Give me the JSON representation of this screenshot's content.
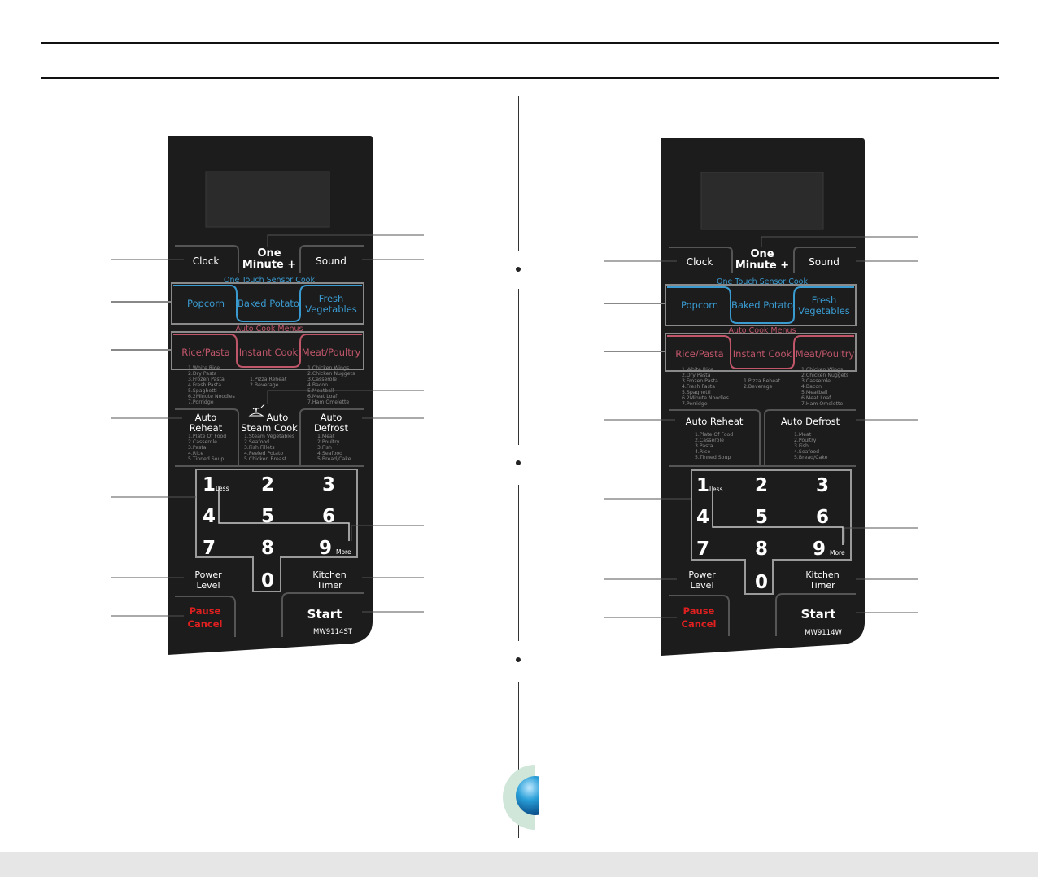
{
  "left_panel": {
    "model": "MW9114ST",
    "keys": {
      "clock": "Clock",
      "one_minute_line1": "One",
      "one_minute_line2": "Minute +",
      "sound": "Sound",
      "sensor_header": "One Touch Sensor Cook",
      "popcorn": "Popcorn",
      "baked_potato": "Baked Potato",
      "fresh_veg_line1": "Fresh",
      "fresh_veg_line2": "Vegetables",
      "auto_cook_header": "Auto Cook Menus",
      "rice_pasta": "Rice/Pasta",
      "instant_cook": "Instant Cook",
      "meat_poultry": "Meat/Poultry",
      "rice_pasta_items": [
        "1.White Rice",
        "2.Dry Pasta",
        "3.Frozen Pasta",
        "4.Fresh Pasta",
        "5.Spaghetti",
        "6.2Minute Noodles",
        "7.Porridge"
      ],
      "instant_cook_items": [
        "1.Pizza Reheat",
        "2.Beverage"
      ],
      "meat_poultry_items": [
        "1.Chicken Wings",
        "2.Chicken Nuggets",
        "3.Casserole",
        "4.Bacon",
        "5.Meatball",
        "6.Meat Loaf",
        "7.Ham Omelette"
      ],
      "auto_reheat_line1": "Auto",
      "auto_reheat_line2": "Reheat",
      "auto_reheat_items": [
        "1.Plate Of Food",
        "2.Casserole",
        "3.Pasta",
        "4.Rice",
        "5.Tinned Soup"
      ],
      "steam_line1": "Auto",
      "steam_line2": "Steam Cook",
      "steam_items": [
        "1.Steam Vegetables",
        "2.Seafood",
        "3.Fish Fillets",
        "4.Peeled Potato",
        "5.Chicken Breast"
      ],
      "auto_defrost_line1": "Auto",
      "auto_defrost_line2": "Defrost",
      "auto_defrost_items": [
        "1.Meat",
        "2.Poultry",
        "3.Fish",
        "4.Seafood",
        "5.Bread/Cake"
      ],
      "digits": [
        "1",
        "2",
        "3",
        "4",
        "5",
        "6",
        "7",
        "8",
        "9",
        "0"
      ],
      "less": "Less",
      "more": "More",
      "power_line1": "Power",
      "power_line2": "Level",
      "kitchen_line1": "Kitchen",
      "kitchen_line2": "Timer",
      "pause": "Pause",
      "cancel": "Cancel",
      "start": "Start"
    }
  },
  "right_panel": {
    "model": "MW9114W",
    "keys": {
      "clock": "Clock",
      "one_minute_line1": "One",
      "one_minute_line2": "Minute +",
      "sound": "Sound",
      "sensor_header": "One Touch Sensor Cook",
      "popcorn": "Popcorn",
      "baked_potato": "Baked Potato",
      "fresh_veg_line1": "Fresh",
      "fresh_veg_line2": "Vegetables",
      "auto_cook_header": "Auto Cook Menus",
      "rice_pasta": "Rice/Pasta",
      "instant_cook": "Instant Cook",
      "meat_poultry": "Meat/Poultry",
      "rice_pasta_items": [
        "1.White Rice",
        "2.Dry Pasta",
        "3.Frozen Pasta",
        "4.Fresh Pasta",
        "5.Spaghetti",
        "6.2Minute Noodles",
        "7.Porridge"
      ],
      "instant_cook_items": [
        "1.Pizza Reheat",
        "2.Beverage"
      ],
      "meat_poultry_items": [
        "1.Chicken Wings",
        "2.Chicken Nuggets",
        "3.Casserole",
        "4.Bacon",
        "5.Meatball",
        "6.Meat Loaf",
        "7.Ham Omelette"
      ],
      "auto_reheat": "Auto Reheat",
      "auto_reheat_items": [
        "1.Plate Of Food",
        "2.Casserole",
        "3.Pasta",
        "4.Rice",
        "5.Tinned Soup"
      ],
      "auto_defrost": "Auto Defrost",
      "auto_defrost_items": [
        "1.Meat",
        "2.Poultry",
        "3.Fish",
        "4.Seafood",
        "5.Bread/Cake"
      ],
      "digits": [
        "1",
        "2",
        "3",
        "4",
        "5",
        "6",
        "7",
        "8",
        "9",
        "0"
      ],
      "less": "Less",
      "more": "More",
      "power_line1": "Power",
      "power_line2": "Level",
      "kitchen_line1": "Kitchen",
      "kitchen_line2": "Timer",
      "pause": "Pause",
      "cancel": "Cancel",
      "start": "Start"
    }
  },
  "colors": {
    "panel_bg": "#1c1c1c",
    "key_text": "#ffffff",
    "sensor_blue": "#3a9bd1",
    "auto_cook_red": "#c0566a",
    "pause_red": "#e02020",
    "menu_grey": "#8a8a8a"
  }
}
